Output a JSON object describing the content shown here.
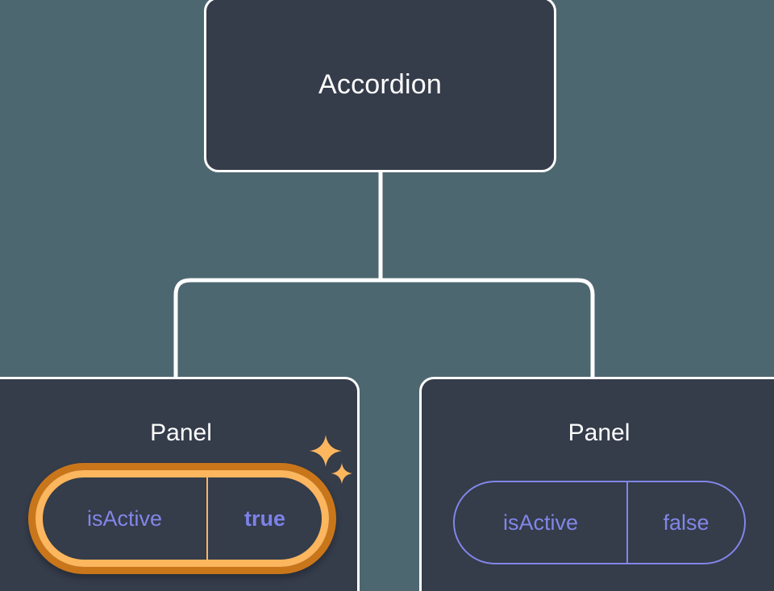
{
  "diagram": {
    "type": "component-tree",
    "title_root": "Accordion",
    "background_color": "#4d6770",
    "card_color": "#353c4a",
    "edge_color": "#ffffff",
    "accent_purple": "#8186e8",
    "accent_orange_outer": "#c9761b",
    "accent_orange_inner": "#fbb65e",
    "root": {
      "label": "Accordion"
    },
    "children": [
      {
        "label": "Panel",
        "highlighted": true,
        "prop": {
          "key": "isActive",
          "value": "true",
          "value_bold": true,
          "state": "highlighted"
        },
        "decorations": [
          "sparkle-icon",
          "sparkle-icon"
        ]
      },
      {
        "label": "Panel",
        "highlighted": false,
        "prop": {
          "key": "isActive",
          "value": "false",
          "value_bold": false,
          "state": "default"
        },
        "decorations": []
      }
    ]
  }
}
